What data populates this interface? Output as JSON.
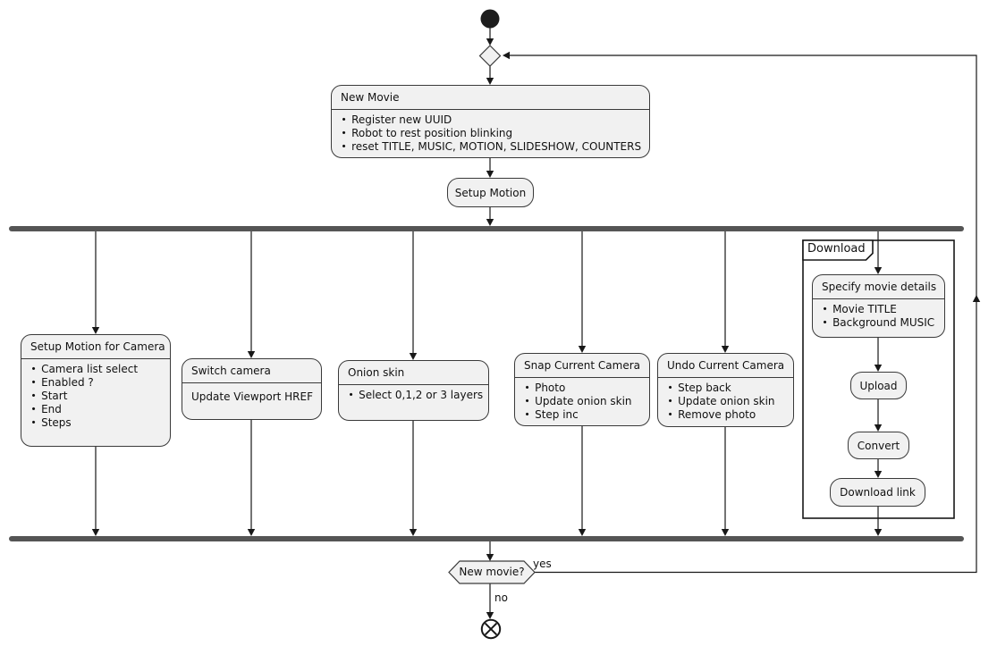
{
  "diagram": {
    "start_node": "start",
    "merge_diamond": "merge",
    "new_movie": {
      "title": "New Movie",
      "items": [
        "Register new UUID",
        "Robot to rest position blinking",
        "reset TITLE, MUSIC, MOTION, SLIDESHOW, COUNTERS"
      ]
    },
    "setup_motion": {
      "label": "Setup Motion"
    },
    "branches": [
      {
        "title": "Setup Motion for Camera",
        "items": [
          "Camera list select",
          "Enabled ?",
          "Start",
          "End",
          "Steps"
        ]
      },
      {
        "title": "Switch camera",
        "plain_text": "Update Viewport HREF"
      },
      {
        "title": "Onion skin",
        "items": [
          "Select 0,1,2 or 3 layers"
        ]
      },
      {
        "title": "Snap Current Camera",
        "items": [
          "Photo",
          "Update onion skin",
          "Step inc"
        ]
      },
      {
        "title": "Undo Current Camera",
        "items": [
          "Step back",
          "Update onion skin",
          "Remove photo"
        ]
      }
    ],
    "partition": {
      "label": "Download",
      "details": {
        "title": "Specify movie details",
        "items": [
          "Movie TITLE",
          "Background MUSIC"
        ]
      },
      "steps": [
        "Upload",
        "Convert",
        "Download link"
      ]
    },
    "decision": {
      "label": "New movie?",
      "yes": "yes",
      "no": "no"
    },
    "colors": {
      "node_fill": "#f1f1f1",
      "node_border": "#3a3a3a",
      "bar": "#555555",
      "edge": "#181818",
      "start_fill": "#1d1d1d"
    }
  }
}
